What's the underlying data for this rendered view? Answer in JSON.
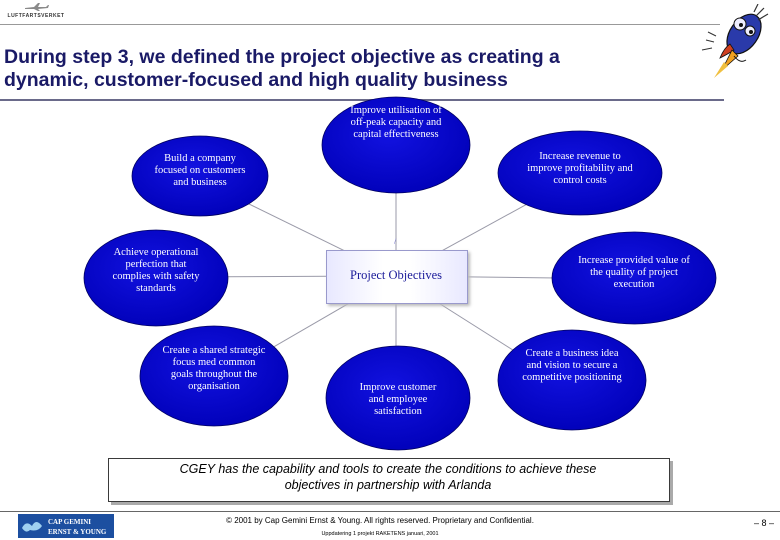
{
  "header": {
    "logo_text": "LUFTFARTSVERKET",
    "title_line1": "During step 3, we defined the project objective as creating a",
    "title_line2": "dynamic, customer-focused and high quality business"
  },
  "diagram": {
    "center_label": "Project Objectives",
    "objectives": [
      {
        "id": "top-left",
        "text": "Build a company focused on customers and business"
      },
      {
        "id": "top",
        "text": "Improve utilisation of off-peak capacity and capital effectiveness"
      },
      {
        "id": "top-right",
        "text": "Increase revenue to improve profitability and control costs"
      },
      {
        "id": "left",
        "text": "Achieve operational perfection that complies with safety standards"
      },
      {
        "id": "right",
        "text": "Increase provided value of the quality of project execution"
      },
      {
        "id": "bottom-left",
        "text": "Create a shared strategic focus med common goals throughout the organisation"
      },
      {
        "id": "bottom",
        "text": "Improve customer and employee satisfaction"
      },
      {
        "id": "bottom-right",
        "text": "Create a business idea and vision to secure a competitive positioning"
      }
    ],
    "ellipse_color": "#0000cc"
  },
  "callout": {
    "line1": "CGEY has the capability and tools to create the conditions to achieve these",
    "line2": "objectives in partnership with Arlanda"
  },
  "footer": {
    "logo_line1": "CAP GEMINI",
    "logo_line2": "ERNST & YOUNG",
    "copyright": "© 2001 by Cap Gemini Ernst & Young. All rights reserved. Proprietary and Confidential.",
    "subtext": "Uppdatering 1 projekt RAKETENS januari, 2001",
    "page": "– 8 –"
  }
}
